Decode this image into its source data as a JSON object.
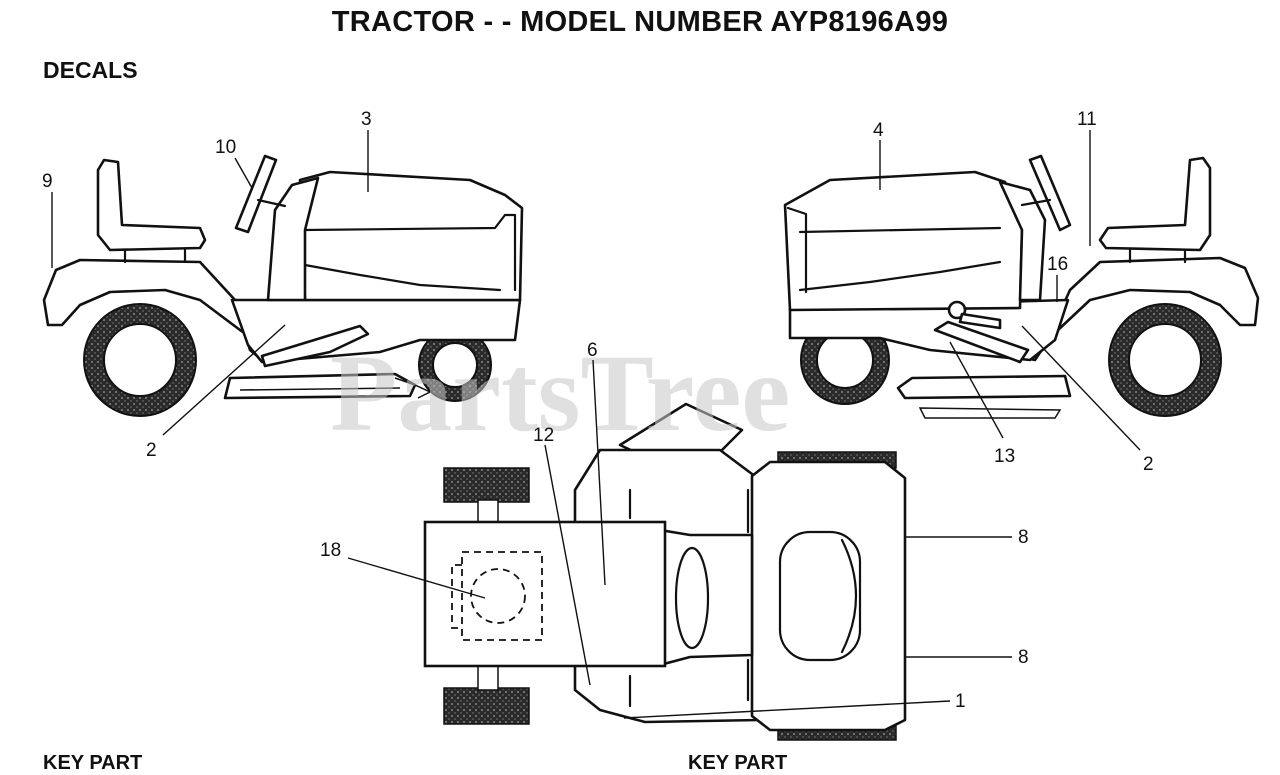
{
  "page": {
    "title": "TRACTOR - - MODEL NUMBER AYP8196A99",
    "section": "DECALS",
    "watermark": "PartsTree",
    "footer_left": "KEY   PART",
    "footer_right": "KEY   PART"
  },
  "callouts": {
    "c1": "1",
    "c2_left": "2",
    "c2_right": "2",
    "c3": "3",
    "c4": "4",
    "c6": "6",
    "c8_upper": "8",
    "c8_lower": "8",
    "c9": "9",
    "c10": "10",
    "c11": "11",
    "c12": "12",
    "c13": "13",
    "c16": "16",
    "c18": "18"
  },
  "colors": {
    "line": "#111111",
    "tire_fill": "#2a2a2a",
    "watermark": "#c8c8c8"
  }
}
